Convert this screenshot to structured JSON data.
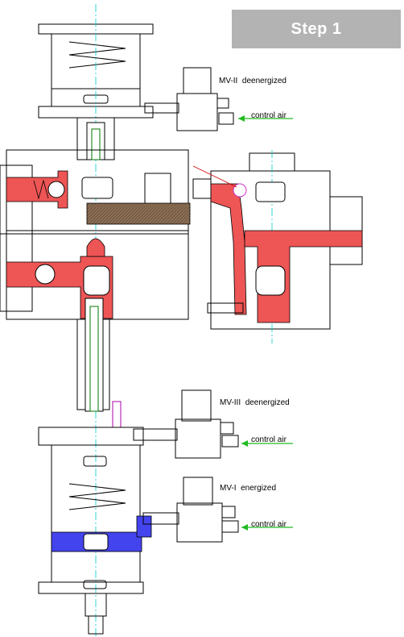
{
  "step_badge": {
    "label": "Step 1"
  },
  "valves": [
    {
      "id": "mv2",
      "name": "MV-II",
      "state": "deenergized",
      "air_label": "control air"
    },
    {
      "id": "mv3",
      "name": "MV-III",
      "state": "deenergized",
      "air_label": "control air"
    },
    {
      "id": "mv1",
      "name": "MV-I",
      "state": "energized",
      "air_label": "control air"
    }
  ],
  "colors": {
    "process_fluid": "#ee5555",
    "control_air_chamber": "#4444ee",
    "sealed_passage": "#8b6f55",
    "air_arrow": "#22bb22",
    "centerline": "#00cccc",
    "badge": "#b3b3b3"
  }
}
